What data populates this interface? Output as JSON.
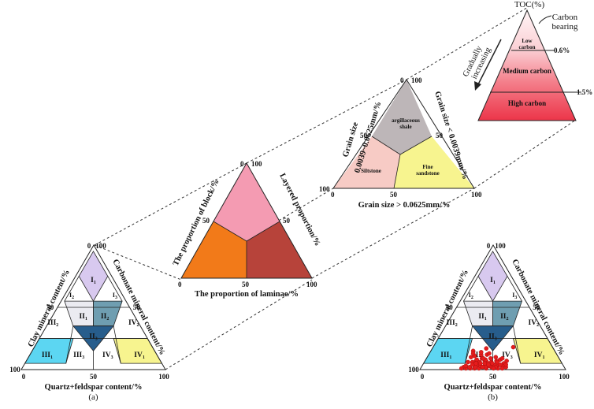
{
  "pyramid": {
    "axis_label": "TOC(%)",
    "carbon_label_1": "Carbon",
    "carbon_label_2": "bearing",
    "trend_1": "Gradually",
    "trend_2": "increasing",
    "low_1": "Low",
    "low_2": "carbon",
    "medium": "Medium carbon",
    "high": "High carbon",
    "threshold_1": "0.6%",
    "threshold_2": "1.5%",
    "colors": {
      "low": "#ffe8ea",
      "medium": "#f7a3ac",
      "high": "#ef4a5c"
    }
  },
  "grain": {
    "left_axis_1": "Grain size",
    "left_axis_2": "0.0039~0.0625mm/%",
    "right_axis": "Grain size < 0.0039mm/%",
    "bottom_axis": "Grain size > 0.0625mm/%",
    "zone_top_1": "argillaceous",
    "zone_top_2": "shale",
    "zone_left": "Siltstone",
    "zone_right_1": "Fine",
    "zone_right_2": "sandstone",
    "ticks": {
      "zero": "0",
      "fifty": "50",
      "hundred": "100"
    },
    "colors": {
      "top": "#bdb6b8",
      "left": "#f7cbc5",
      "right": "#f7f48f"
    }
  },
  "structure": {
    "left_axis": "The proportion of block/%",
    "right_axis": "Layered proportion/%",
    "bottom_axis": "The proportion of laminae/%",
    "ticks": {
      "zero": "0",
      "fifty": "50",
      "hundred": "100"
    },
    "colors": {
      "top": "#f49bb2",
      "left": "#f27a19",
      "right": "#b7433a"
    }
  },
  "mineral_a": {
    "left_axis": "Clay mineral content/%",
    "right_axis": "Carbonate mineral content/%",
    "bottom_axis": "Quartz+feldspar content/%",
    "caption": "(a)",
    "ticks": {
      "zero": "0",
      "fifty": "50",
      "hundred": "100"
    },
    "zones": {
      "I1": "I1",
      "I2": "I2",
      "I3": "I3",
      "II1": "II1",
      "II2": "II2",
      "II3": "II3",
      "III1": "III1",
      "III2": "III2",
      "III3": "III3",
      "IV1": "IV1",
      "IV2": "IV2",
      "IV3": "IV3"
    },
    "colors": {
      "I1": "#d8c9ef",
      "II1": "#ebebf1",
      "II2": "#6f9eb1",
      "II3": "#275d8c",
      "III1": "#5cd6f2",
      "IV1": "#f7f48f",
      "white": "#ffffff"
    }
  },
  "mineral_b": {
    "left_axis": "Clay mineral content/%",
    "right_axis": "Carbonate mineral content/%",
    "bottom_axis": "Quartz+feldspar content/%",
    "caption": "(b)",
    "ticks": {
      "zero": "0",
      "fifty": "50",
      "hundred": "100"
    },
    "zones": {
      "I1": "I1",
      "I2": "I2",
      "I3": "I3",
      "II1": "II1",
      "II2": "II2",
      "II3": "II3",
      "III1": "III1",
      "III2": "III2",
      "III3": "III3",
      "IV1": "IV1",
      "IV2": "IV2",
      "IV3": "IV3"
    },
    "sample_color": "#e51c1c",
    "samples": [
      {
        "clay": 12,
        "carb": 40
      },
      {
        "clay": 6,
        "carb": 46
      },
      {
        "clay": 7,
        "carb": 35
      },
      {
        "clay": 2,
        "carb": 40
      },
      {
        "clay": 4,
        "carb": 49
      },
      {
        "clay": 10,
        "carb": 30
      },
      {
        "clay": 15,
        "carb": 29
      },
      {
        "clay": 3,
        "carb": 52
      },
      {
        "clay": 8,
        "carb": 51
      },
      {
        "clay": 1,
        "carb": 45
      },
      {
        "clay": 3,
        "carb": 36
      },
      {
        "clay": 6,
        "carb": 43
      },
      {
        "clay": 9,
        "carb": 38
      },
      {
        "clay": 12,
        "carb": 36
      },
      {
        "clay": 2,
        "carb": 58
      },
      {
        "clay": 1,
        "carb": 34
      },
      {
        "clay": 5,
        "carb": 55
      },
      {
        "clay": 2,
        "carb": 48
      },
      {
        "clay": 3,
        "carb": 43
      },
      {
        "clay": 7,
        "carb": 41
      },
      {
        "clay": 4,
        "carb": 38
      },
      {
        "clay": 1,
        "carb": 31
      },
      {
        "clay": 2,
        "carb": 29
      },
      {
        "clay": 11,
        "carb": 32
      },
      {
        "clay": 5,
        "carb": 47
      },
      {
        "clay": 13,
        "carb": 41
      },
      {
        "clay": 6,
        "carb": 33
      },
      {
        "clay": 1,
        "carb": 53
      },
      {
        "clay": 3,
        "carb": 30
      },
      {
        "clay": 9,
        "carb": 44
      },
      {
        "clay": 4,
        "carb": 57
      },
      {
        "clay": 2,
        "carb": 33
      },
      {
        "clay": 1,
        "carb": 40
      },
      {
        "clay": 8,
        "carb": 35
      },
      {
        "clay": 6,
        "carb": 38
      },
      {
        "clay": 2,
        "carb": 51
      },
      {
        "clay": 5,
        "carb": 42
      },
      {
        "clay": 10,
        "carb": 47
      },
      {
        "clay": 3,
        "carb": 46
      },
      {
        "clay": 7,
        "carb": 49
      },
      {
        "clay": 4,
        "carb": 34
      },
      {
        "clay": 1,
        "carb": 37
      },
      {
        "clay": 3,
        "carb": 55
      },
      {
        "clay": 6,
        "carb": 30
      },
      {
        "clay": 2,
        "carb": 44
      },
      {
        "clay": 8,
        "carb": 41
      },
      {
        "clay": 5,
        "carb": 36
      },
      {
        "clay": 1,
        "carb": 56
      },
      {
        "clay": 14,
        "carb": 35
      },
      {
        "clay": 2,
        "carb": 37
      },
      {
        "clay": 4,
        "carb": 45
      },
      {
        "clay": 9,
        "carb": 52
      },
      {
        "clay": 17,
        "carb": 37
      },
      {
        "clay": 13,
        "carb": 30
      },
      {
        "clay": 18,
        "carb": 55
      },
      {
        "clay": 1,
        "carb": 28
      },
      {
        "clay": 4,
        "carb": 53
      },
      {
        "clay": 7,
        "carb": 56
      },
      {
        "clay": 3,
        "carb": 40
      },
      {
        "clay": 6,
        "carb": 50
      },
      {
        "clay": 2,
        "carb": 42
      },
      {
        "clay": 9,
        "carb": 39
      },
      {
        "clay": 1,
        "carb": 50
      },
      {
        "clay": 5,
        "carb": 39
      }
    ]
  }
}
